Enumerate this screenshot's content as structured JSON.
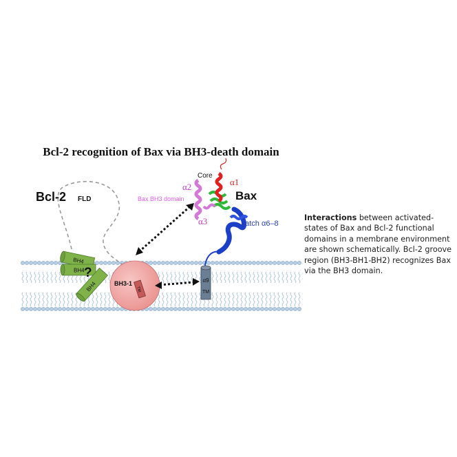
{
  "figure": {
    "title": "Bcl-2 recognition of Bax via BH3-death domain",
    "bcl2_label": "Bcl-2",
    "bax_label": "Bax",
    "fld_label": "FLD",
    "bh4_labels": [
      "BH4",
      "BH4",
      "BH4"
    ],
    "question_mark": "?",
    "bh3_1_label": "BH3-1",
    "tm_label": "TM",
    "alpha9_label": "α9",
    "core_label": "Core",
    "alpha1_label": "α1",
    "alpha2_label": "α2",
    "alpha3_label": "α3",
    "bax_bh3_label": "Bax BH3 domain",
    "latch_label": "Latch α6–8"
  },
  "caption": {
    "bold": "Interactions",
    "text": "  between activated-states of Bax and Bcl-2 functional domains in a membrane environment are shown schematically. Bcl-2 groove region (BH3-BH1-BH2) recognizes Bax via the BH3 domain."
  },
  "colors": {
    "bh4_green": "#7fb34a",
    "bh3_pink": "#f2a7a4",
    "alpha1_red": "#e02020",
    "alpha2_magenta": "#d478d8",
    "core_green": "#2fb83a",
    "latch_blue": "#1c3fc8",
    "tm_slate": "#6b7f94",
    "membrane_blue": "#9dbbd8"
  }
}
